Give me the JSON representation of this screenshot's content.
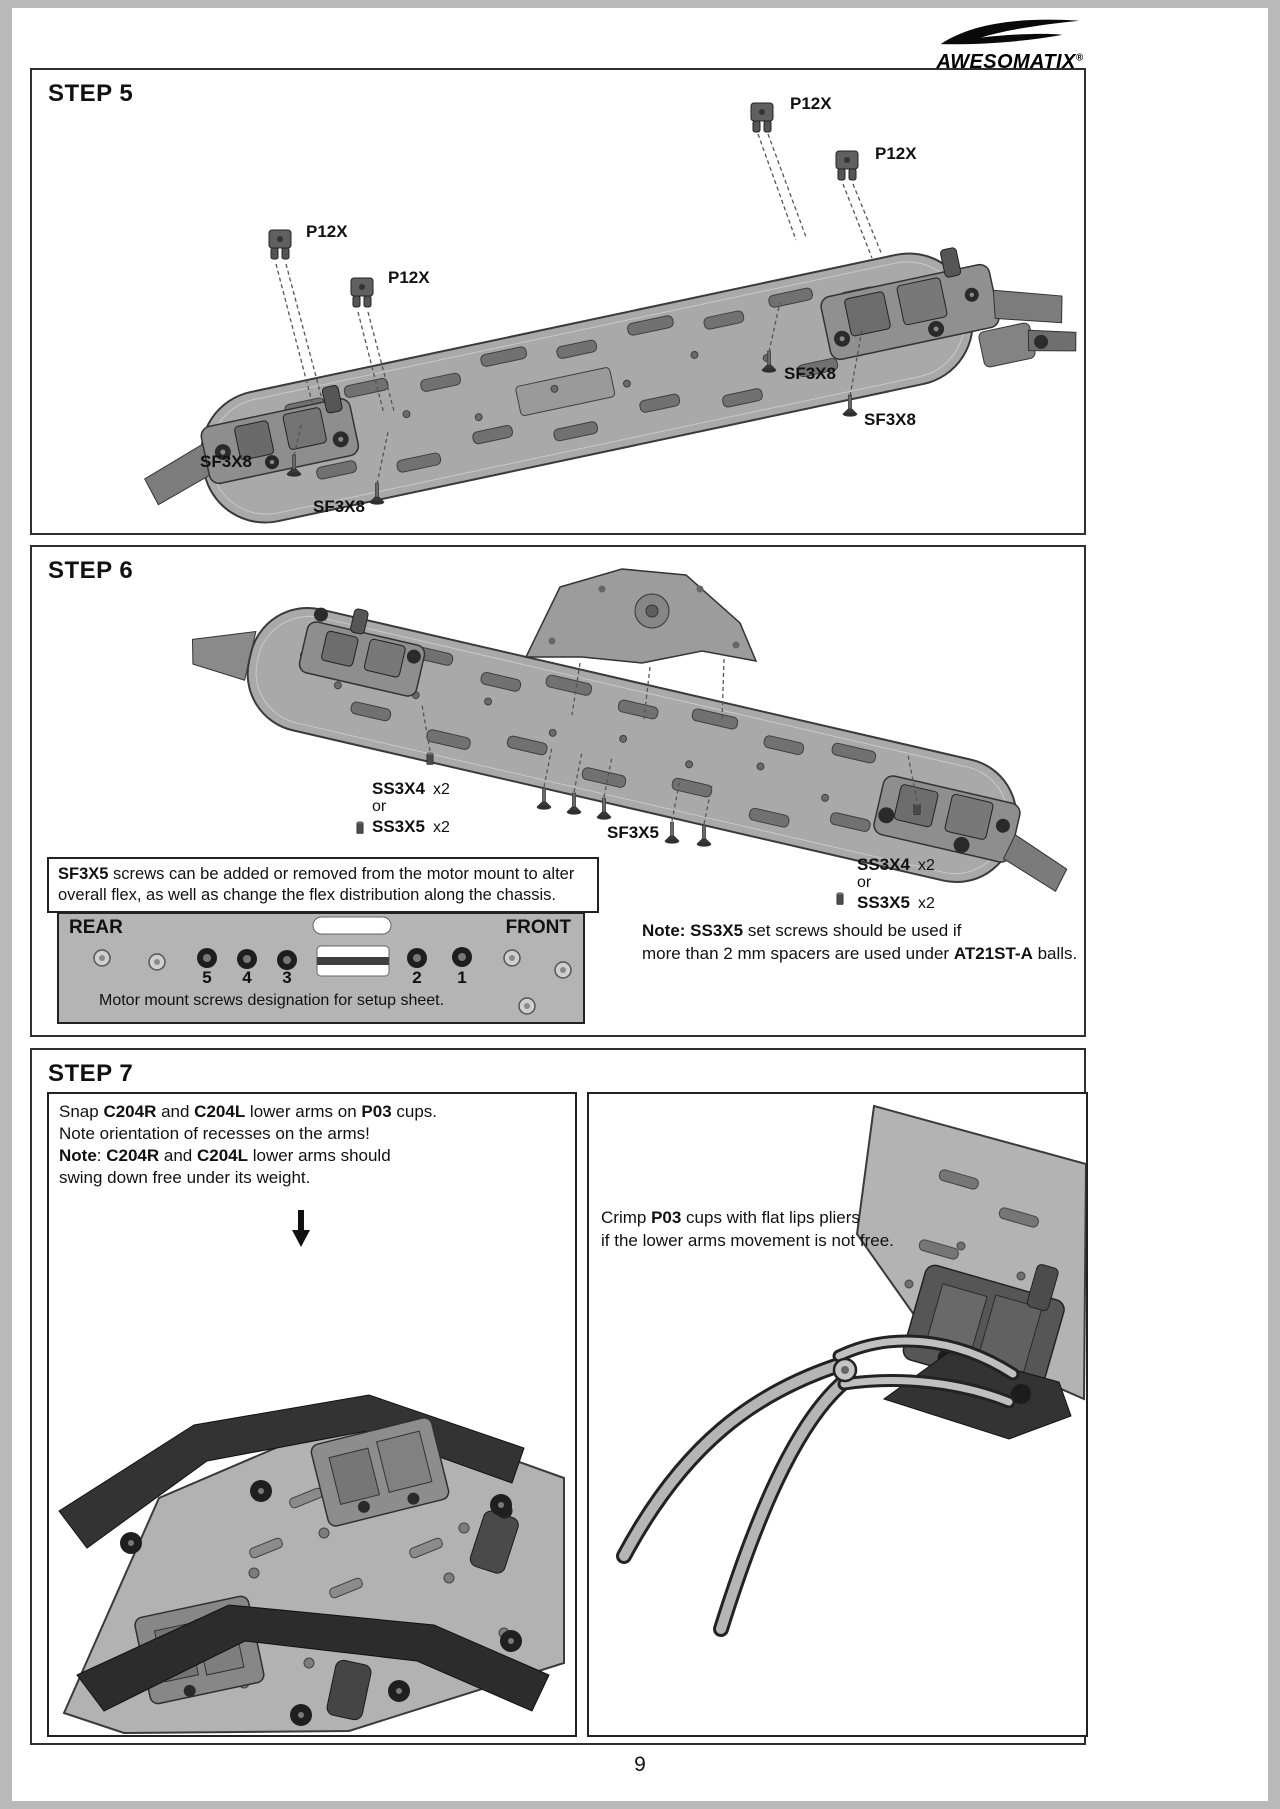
{
  "logo": {
    "brand": "AWESOMATIX",
    "reg": "®"
  },
  "page": {
    "number": "9"
  },
  "step5": {
    "title": "STEP 5",
    "p12x": [
      "P12X",
      "P12X",
      "P12X",
      "P12X"
    ],
    "sf3x8": [
      "SF3X8",
      "SF3X8",
      "SF3X8",
      "SF3X8"
    ]
  },
  "step6": {
    "title": "STEP 6",
    "left_screws": {
      "name1": "SS3X4",
      "qty1": "x2",
      "or": "or",
      "name2": "SS3X5",
      "qty2": "x2"
    },
    "mid_screw": "SF3X5",
    "right_screws": {
      "name1": "SS3X4",
      "qty1": "x2",
      "or": "or",
      "name2": "SS3X5",
      "qty2": "x2"
    },
    "flex_note": {
      "bold": "SF3X5",
      "rest": " screws can be added or removed from the motor mount to alter overall flex, as well as change the flex distribution along the chassis."
    },
    "motor_panel": {
      "rear": "REAR",
      "front": "FRONT",
      "numbers": [
        "5",
        "4",
        "3",
        "2",
        "1"
      ],
      "caption": "Motor mount screws designation for setup sheet."
    },
    "note": {
      "l1_bold": "Note: SS3X5",
      "l1_rest": " set screws should be used if",
      "l2_a": "more than 2 mm spacers are used under ",
      "l2_bold": "AT21ST-A",
      "l2_b": " balls."
    }
  },
  "step7": {
    "title": "STEP 7",
    "left": {
      "l1a": "Snap ",
      "l1b": "C204R",
      "l1c": " and ",
      "l1d": "C204L",
      "l1e": " lower arms on ",
      "l1f": "P03",
      "l1g": " cups.",
      "l2": "Note orientation of recesses on the arms!",
      "l3a": "Note",
      "l3b": ": ",
      "l3c": "C204R",
      "l3d": " and ",
      "l3e": "C204L",
      "l3f": " lower arms should",
      "l4": "swing down free under its weight."
    },
    "right": {
      "l1a": "Crimp ",
      "l1b": "P03",
      "l1c": " cups with flat lips pliers",
      "l2": "if the lower arms movement is not free."
    }
  }
}
